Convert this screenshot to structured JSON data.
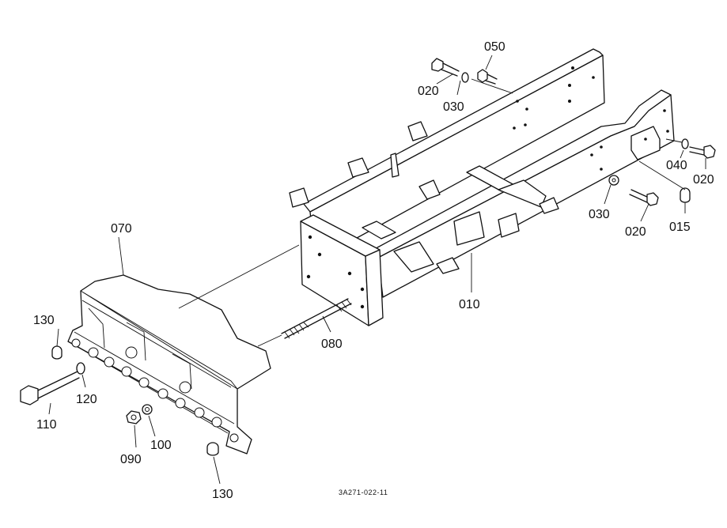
{
  "labels": {
    "p050": "050",
    "p020_top": "020",
    "p030_top": "030",
    "p040": "040",
    "p020_right": "020",
    "p030_right": "030",
    "p020_right_lower": "020",
    "p015": "015",
    "p010": "010",
    "p070": "070",
    "p080": "080",
    "p130_top": "130",
    "p120": "120",
    "p110": "110",
    "p100": "100",
    "p090": "090",
    "p130_bottom": "130"
  },
  "drawing_code": "3A271-022-11"
}
